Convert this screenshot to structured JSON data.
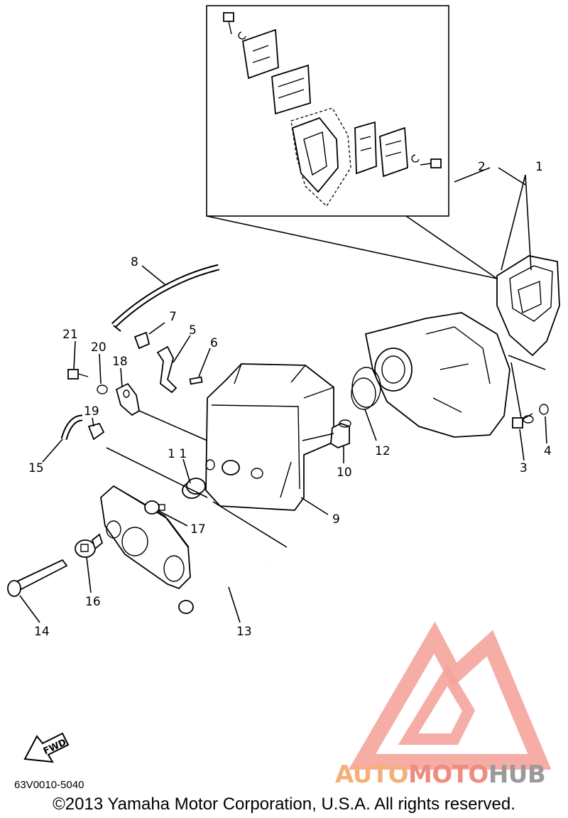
{
  "diagram": {
    "part_code": "63V0010-5040",
    "copyright": "©2013 Yamaha Motor Corporation, U.S.A. All rights reserved.",
    "fwd_label": "FWD",
    "callouts": [
      "1",
      "2",
      "3",
      "4",
      "5",
      "6",
      "7",
      "8",
      "9",
      "10",
      "1 1",
      "12",
      "13",
      "14",
      "15",
      "16",
      "17",
      "18",
      "19",
      "20",
      "21"
    ]
  },
  "watermark": {
    "part1": "AUTO",
    "part2": "MOTO",
    "part3": "HUB",
    "colors": {
      "auto": "#f5b07a",
      "moto": "#f08b80",
      "hub": "#9a9a9a",
      "logo": "#f08b80"
    }
  }
}
